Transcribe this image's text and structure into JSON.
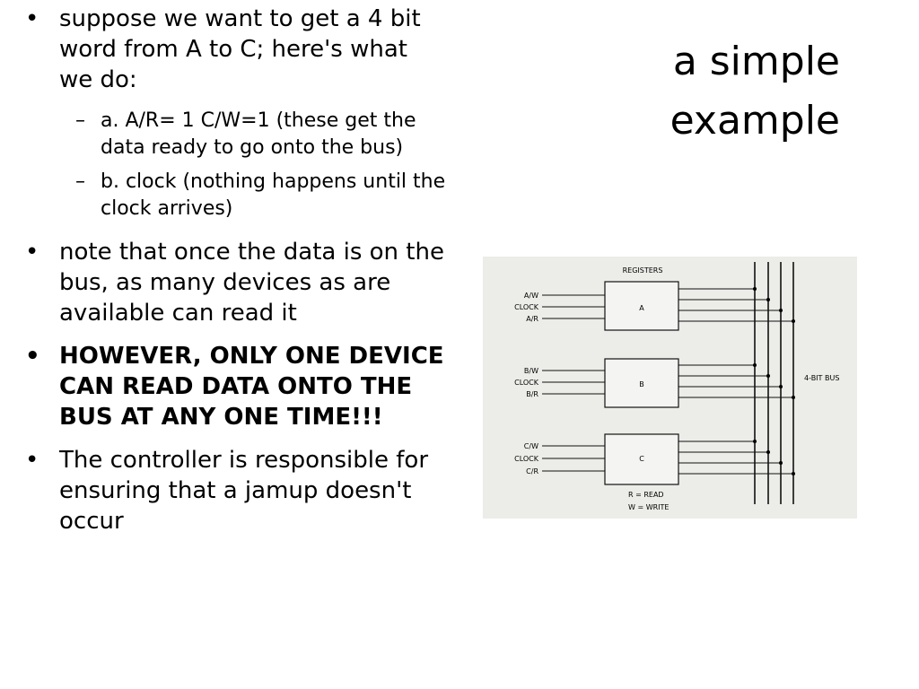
{
  "slide": {
    "title_line1": "a simple",
    "title_line2": "example"
  },
  "bullets": [
    {
      "text": " suppose we want to get a 4 bit word from A to C; here's what we do:"
    },
    {
      "text": "note that once the data is on the bus, as many devices as are available can read it"
    },
    {
      "text": "HOWEVER, ONLY ONE DEVICE CAN READ DATA ONTO THE BUS AT ANY ONE TIME!!!"
    },
    {
      "text": "The controller is responsible for ensuring that a jamup doesn't occur"
    }
  ],
  "subbullets": [
    {
      "text": "a. A/R= 1   C/W=1  (these get the data ready to go onto the bus)"
    },
    {
      "text": "b. clock (nothing happens until the clock arrives)"
    }
  ],
  "marks": {
    "bullet": "•",
    "dash": "–"
  },
  "diagram": {
    "registers_label": "REGISTERS",
    "bus_label": "4-BIT BUS",
    "registers": [
      {
        "name": "A",
        "inputs": [
          "A/W",
          "CLOCK",
          "A/R"
        ]
      },
      {
        "name": "B",
        "inputs": [
          "B/W",
          "CLOCK",
          "B/R"
        ]
      },
      {
        "name": "C",
        "inputs": [
          "C/W",
          "CLOCK",
          "C/R"
        ]
      }
    ],
    "legend_read": "R = READ",
    "legend_write": "W = WRITE"
  }
}
